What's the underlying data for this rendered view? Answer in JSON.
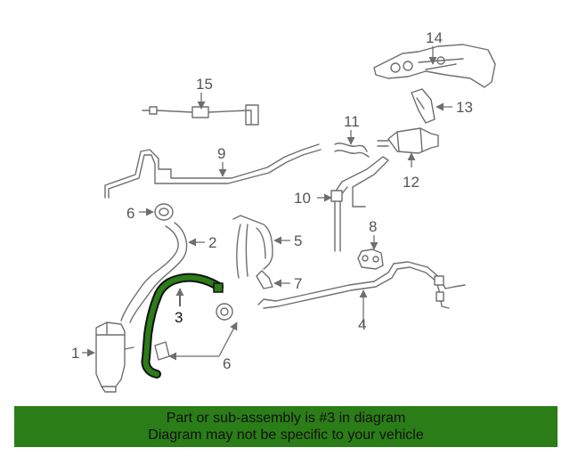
{
  "callouts": {
    "c1": "1",
    "c2": "2",
    "c3": "3",
    "c4": "4",
    "c5": "5",
    "c6a": "6",
    "c6b": "6",
    "c7": "7",
    "c8": "8",
    "c9": "9",
    "c10": "10",
    "c11": "11",
    "c12": "12",
    "c13": "13",
    "c14": "14",
    "c15": "15"
  },
  "highlight_color": "#2b7d17",
  "banner": {
    "line1": "Part or sub-assembly is #3 in diagram",
    "line2": "Diagram may not be specific to your vehicle",
    "background": "#2b7d17"
  }
}
